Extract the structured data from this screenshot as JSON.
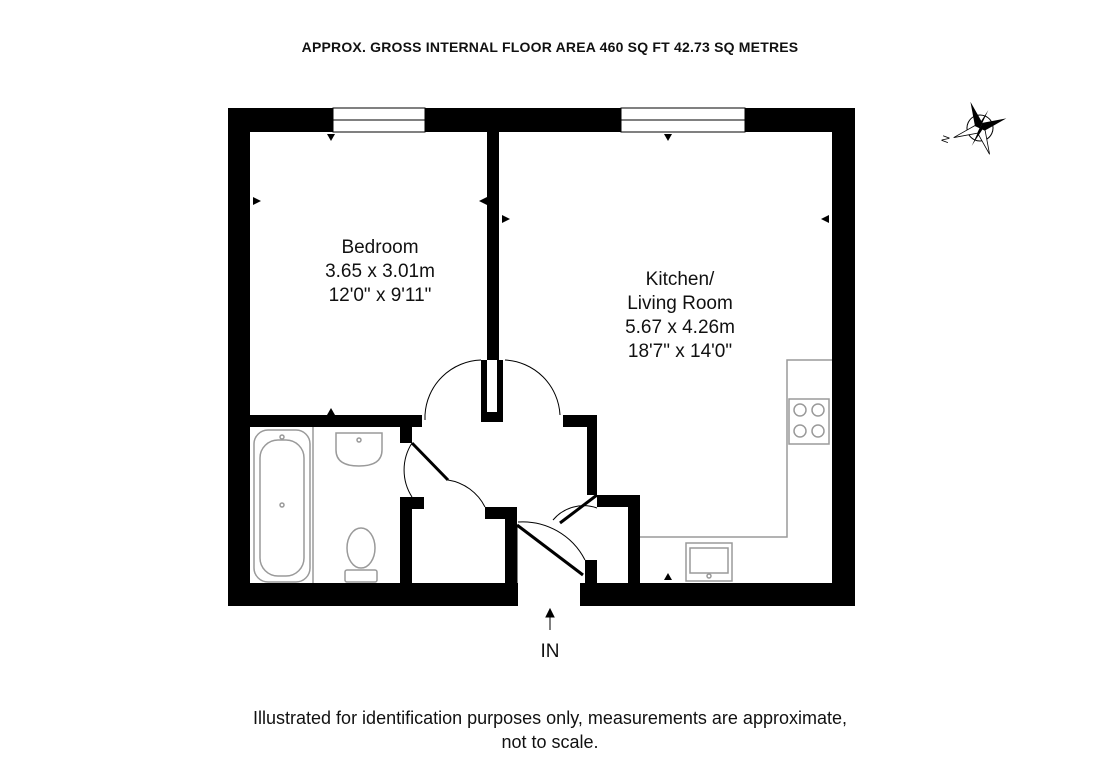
{
  "header": {
    "title": "APPROX. GROSS INTERNAL FLOOR AREA 460 SQ FT 42.73 SQ METRES"
  },
  "rooms": {
    "bedroom": {
      "name": "Bedroom",
      "metric": "3.65 x 3.01m",
      "imperial": "12'0\" x 9'11\""
    },
    "kitchen": {
      "name_line1": "Kitchen/",
      "name_line2": "Living Room",
      "metric": "5.67 x 4.26m",
      "imperial": "18'7\" x 14'0\""
    }
  },
  "entrance": {
    "label": "IN"
  },
  "compass": {
    "label": "N"
  },
  "footer": {
    "line1": "Illustrated for identification purposes only, measurements are approximate,",
    "line2": "not to scale."
  },
  "colors": {
    "wall": "#000000",
    "fixture": "#9a9a9a",
    "background": "#ffffff"
  }
}
